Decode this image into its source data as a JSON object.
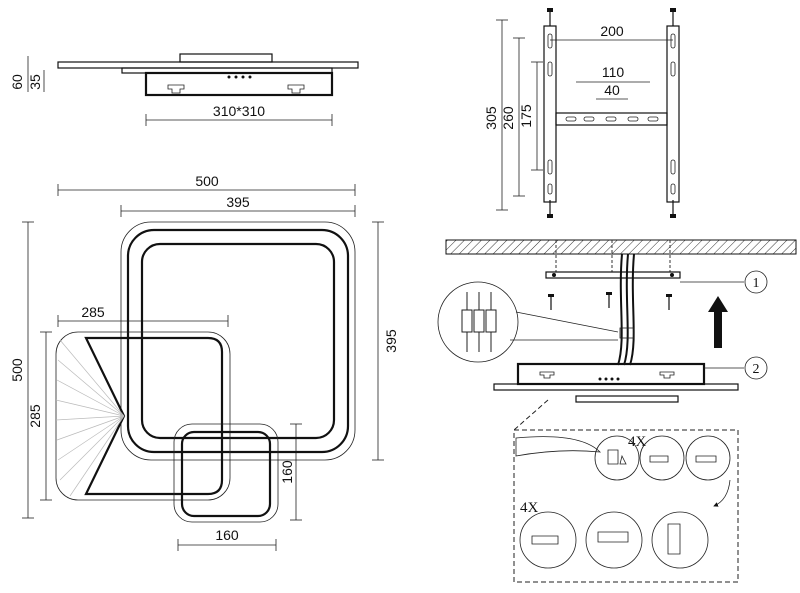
{
  "side_view": {
    "height_total": "60",
    "height_body": "35",
    "base_size": "310*310"
  },
  "top_view": {
    "width_total": "500",
    "width_square": "395",
    "width_middle": "285",
    "height_total": "500",
    "height_middle": "285",
    "height_square": "395",
    "small_height": "160",
    "small_width": "160"
  },
  "bracket": {
    "width_200": "200",
    "width_110": "110",
    "width_40": "40",
    "height_305": "305",
    "height_260": "260",
    "height_175": "175"
  },
  "install": {
    "step_1": "1",
    "step_2": "2",
    "multiplier_top": "4X",
    "multiplier_bottom": "4X"
  }
}
